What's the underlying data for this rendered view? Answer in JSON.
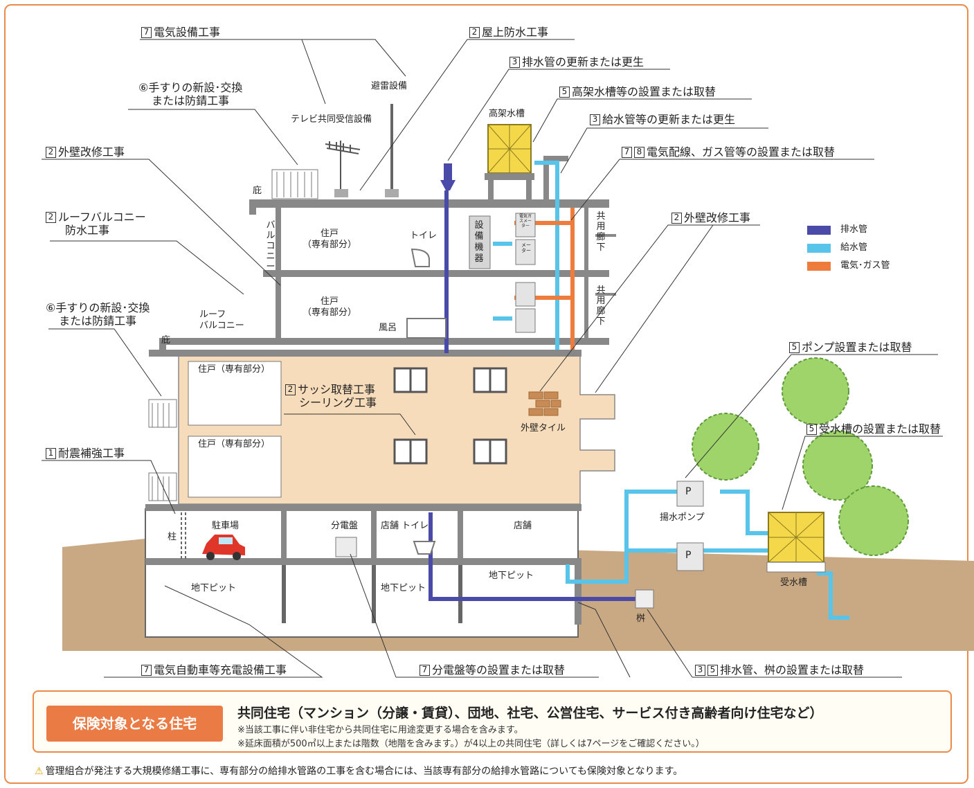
{
  "callouts": {
    "electric_equipment": {
      "num": "7",
      "text": "電気設備工事"
    },
    "rooftop_waterproof": {
      "num": "2",
      "text": "屋上防水工事"
    },
    "drain_pipe_renewal": {
      "num": "3",
      "text": "排水管の更新または更生"
    },
    "handrail_top": {
      "line1": "⑥手すりの新設･交換",
      "line2": "または防錆工事"
    },
    "elevated_tank": {
      "num": "5",
      "text": "高架水槽等の設置または取替"
    },
    "water_supply_pipe": {
      "num": "3",
      "text": "給水管等の更新または更生"
    },
    "exterior_wall_left": {
      "num": "2",
      "text": "外壁改修工事"
    },
    "electric_gas": {
      "num": "7",
      "num2": "8",
      "text": "電気配線、ガス管等の設置または取替"
    },
    "roof_balcony": {
      "num": "2",
      "line1": "ルーフバルコニー",
      "line2": "防水工事"
    },
    "exterior_wall_right": {
      "num": "2",
      "text": "外壁改修工事"
    },
    "handrail_mid": {
      "line1": "⑥手すりの新設･交換",
      "line2": "または防錆工事"
    },
    "pump": {
      "num": "5",
      "text": "ポンプ設置または取替"
    },
    "sash": {
      "num": "2",
      "line1": "サッシ取替工事",
      "line2": "シーリング工事"
    },
    "receiving_tank": {
      "num": "5",
      "text": "受水槽の設置または取替"
    },
    "seismic": {
      "num": "1",
      "text": "耐震補強工事"
    },
    "ev_charger": {
      "num": "7",
      "text": "電気自動車等充電設備工事"
    },
    "distribution_board": {
      "num": "7",
      "text": "分電盤等の設置または取替"
    },
    "drain_basin": {
      "num": "3",
      "num2": "5",
      "text": "排水管、桝の設置または取替"
    }
  },
  "labels": {
    "lightning": "避雷設備",
    "tv": "テレビ共同受信設備",
    "elevated_tank": "高架水槽",
    "eave_top": "庇",
    "eave_mid": "庇",
    "balcony": "バルコニー",
    "unit_f4": "住戸\n（専有部分）",
    "unit_f3": "住戸\n（専有部分）",
    "toilet_upper": "トイレ",
    "bath": "風呂",
    "equipment": "設備機器",
    "meter_gas": "電気ガスメーター",
    "meter": "メーター",
    "corridor": "共用廊下",
    "roof_balcony": "ルーフ\nバルコニー",
    "unit_f2": "住戸（専有部分）",
    "unit_f1": "住戸（専有部分）",
    "exterior_tile": "外壁タイル",
    "column": "柱",
    "parking": "駐車場",
    "dist_board": "分電盤",
    "shop_toilet": "店舗 トイレ",
    "shop": "店舗",
    "pit1": "地下ピット",
    "pit2": "地下ピット",
    "pit3": "地下ピット",
    "pump_lift": "揚水ポンプ",
    "pump_p1": "P",
    "pump_p2": "P",
    "basin": "桝",
    "receiving_tank": "受水槽"
  },
  "legend": [
    {
      "label": "排水管",
      "color": "#4a4aa8"
    },
    {
      "label": "給水管",
      "color": "#58c4ea"
    },
    {
      "label": "電気･ガス管",
      "color": "#ee7d3d"
    }
  ],
  "insurance": {
    "title": "保険対象となる住宅",
    "main": "共同住宅（マンション（分譲・賃貸）、団地、社宅、公営住宅、サービス付き高齢者向け住宅など）",
    "note1": "※当該工事に伴い非住宅から共同住宅に用途変更する場合を含みます。",
    "note2": "※延床面積が500㎡以上または階数（地階を含みます。）が4以上の共同住宅（詳しくは7ページをご確認ください。）"
  },
  "footer": {
    "icon": "warning-icon",
    "text": "管理組合が発注する大規模修繕工事に、専有部分の給排水管路の工事を含む場合には、当該専有部分の給排水管路についても保険対象となります。"
  },
  "colors": {
    "accent": "#ea8a4a",
    "drain": "#4a4aa8",
    "water": "#58c4ea",
    "gas": "#ee7d3d",
    "facade": "#f6dcba",
    "ground": "#c9a983"
  }
}
